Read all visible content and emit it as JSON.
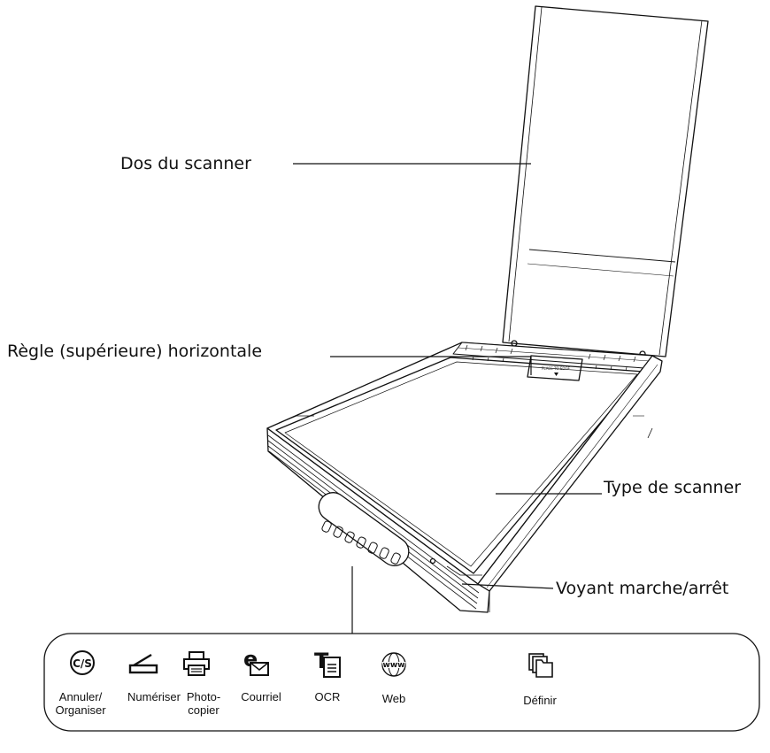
{
  "labels": {
    "back": "Dos du scanner",
    "ruler": "Règle (supérieure) horizontale",
    "type": "Type de scanner",
    "power": "Voyant marche/arrêt"
  },
  "buttons": [
    {
      "icon": "cancel-sort-icon",
      "glyph": "C/S",
      "line1": "Annuler/",
      "line2": "Organiser"
    },
    {
      "icon": "scan-icon",
      "line1": "Numériser",
      "line2": ""
    },
    {
      "icon": "printer-icon",
      "line1": "Photo-",
      "line2": "copier"
    },
    {
      "icon": "email-icon",
      "glyph": "e",
      "line1": "Courriel",
      "line2": ""
    },
    {
      "icon": "ocr-icon",
      "glyph": "T",
      "line1": "OCR",
      "line2": ""
    },
    {
      "icon": "web-icon",
      "glyph": "www",
      "line1": "Web",
      "line2": ""
    },
    {
      "icon": "custom-folder-icon",
      "line1": "Définir",
      "line2": ""
    }
  ]
}
